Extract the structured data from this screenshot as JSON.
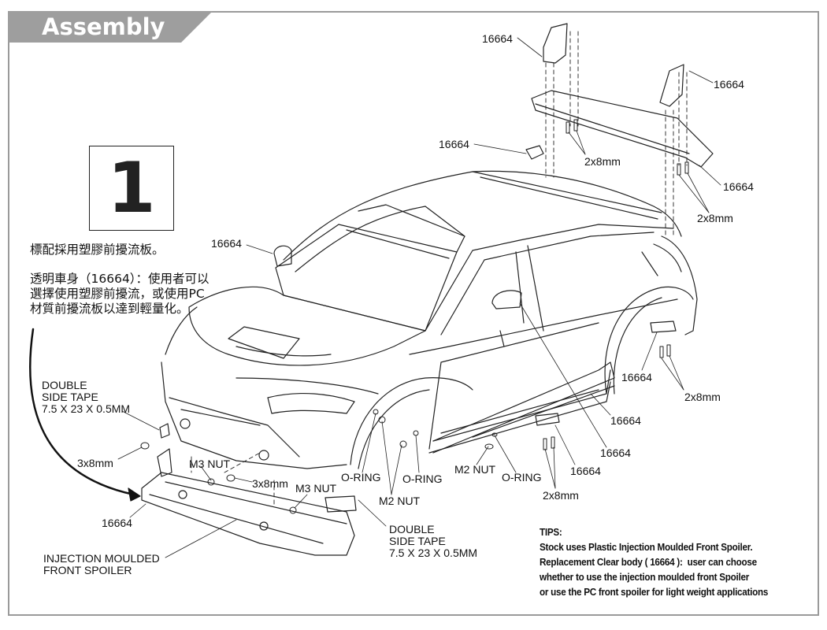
{
  "header": {
    "title": "Assembly"
  },
  "step": {
    "number": "1"
  },
  "notes_zh": {
    "line1": "標配採用塑膠前擾流板。",
    "line2": "透明車身（16664）：使用者可以",
    "line3": "選擇使用塑膠前擾流，或使用PC",
    "line4": "材質前擾流板以達到輕量化。"
  },
  "labels": {
    "wing_stay_left": "16664",
    "wing_stay_right": "16664",
    "antenna": "16664",
    "wing_screws_left": "2x8mm",
    "wing_endplate": "16664",
    "wing_screws_right": "2x8mm",
    "mirror_left": "16664",
    "rear_mount": "16664",
    "rear_mount_screws": "2x8mm",
    "side_skirt": "16664",
    "mirror_right": "16664",
    "side_mount": "16664",
    "side_mount_screws": "2x8mm",
    "tape_left_1": "DOUBLE",
    "tape_left_2": "SIDE TAPE",
    "tape_left_3": "7.5 X 23 X 0.5MM",
    "screw_left": "3x8mm",
    "m3_nut_left": "M3 NUT",
    "screw_center": "3x8mm",
    "m3_nut_right": "M3 NUT",
    "oring_1": "O-RING",
    "oring_2": "O-RING",
    "m2_nut_front": "M2 NUT",
    "m2_nut_side": "M2 NUT",
    "oring_3": "O-RING",
    "spoiler_part": "16664",
    "spoiler_1": "INJECTION MOULDED",
    "spoiler_2": "FRONT SPOILER",
    "tape_right_1": "DOUBLE",
    "tape_right_2": "SIDE TAPE",
    "tape_right_3": "7.5 X 23 X 0.5MM"
  },
  "tips": {
    "title": "TIPS:",
    "line1": "Stock uses Plastic Injection Moulded Front Spoiler.",
    "line2": "Replacement Clear body ( 16664 ):  user can choose",
    "line3": "whether to use the injection moulded front Spoiler",
    "line4": "or use the PC front spoiler for light weight applications"
  },
  "colors": {
    "banner": "#9e9e9e",
    "frame": "#9a9a9a",
    "ink": "#111111"
  }
}
